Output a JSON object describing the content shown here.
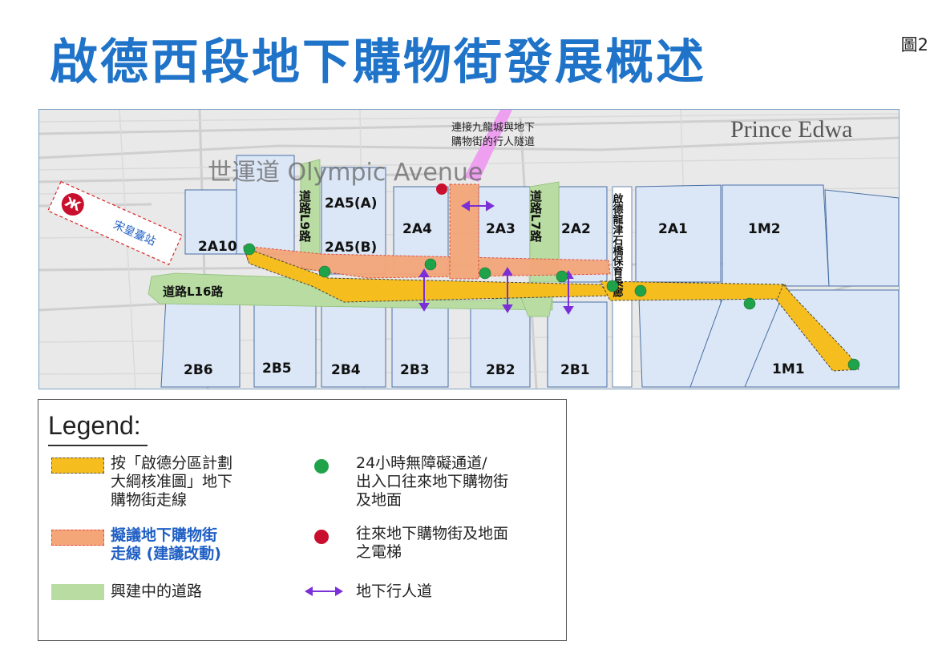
{
  "title": "啟德西段地下購物街發展概述",
  "figure_label": "圖2",
  "map": {
    "street_labels": {
      "prince_edward": "Prince Edwa",
      "olympic_avenue": "世運道 Olympic Avenue"
    },
    "callout": "連接九龍城與地下\n購物街的行人隧道",
    "station": "宋皇臺站",
    "roads": {
      "l9": "道路L9路",
      "l7": "道路L7路",
      "l16": "道路L16路",
      "corridor": "啟德龍津石橋保育長廊"
    },
    "sites": [
      "2A5(A)",
      "2A5(B)",
      "2A4",
      "2A3",
      "2A2",
      "2A1",
      "1M2",
      "2A10",
      "2B6",
      "2B5",
      "2B4",
      "2B3",
      "2B2",
      "2B1",
      "1M1"
    ]
  },
  "legend": {
    "heading": "Legend:",
    "items": [
      {
        "label": "按「啟德分區計劃\n大綱核准圖」地下\n購物街走線",
        "color": "#f5be1e"
      },
      {
        "label": "擬議地下購物街\n走線 (建議改動)",
        "color": "#f4a679"
      },
      {
        "label": "興建中的道路",
        "color": "#b8dca2"
      },
      {
        "label": "24小時無障礙通道/\n出入口往來地下購物街\n及地面",
        "color": "#1fa34a"
      },
      {
        "label": "往來地下購物街及地面\n之電梯",
        "color": "#c8102e"
      },
      {
        "label": "地下行人道",
        "color": "#7b2fd6"
      }
    ]
  }
}
